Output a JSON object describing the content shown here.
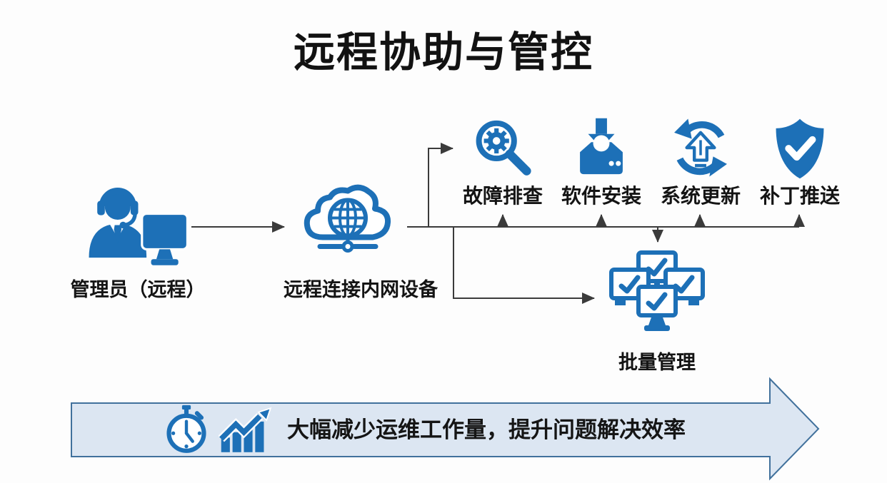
{
  "title": "远程协助与管控",
  "colors": {
    "accent_blue": "#1d70b7",
    "connector_line": "#3b3b3b",
    "banner_fill": "#dce6f2",
    "banner_border": "#41719c",
    "text": "#141414",
    "background": "#fdfdfd"
  },
  "flow": {
    "admin": {
      "label": "管理员（远程）",
      "icon": "support-agent-monitor-icon"
    },
    "cloud": {
      "label": "远程连接内网设备",
      "icon": "cloud-network-globe-icon"
    },
    "batch": {
      "label": "批量管理",
      "icon": "multi-monitor-check-icon"
    }
  },
  "features": [
    {
      "label": "故障排查",
      "icon": "gear-magnifier-icon"
    },
    {
      "label": "软件安装",
      "icon": "download-tray-icon"
    },
    {
      "label": "系统更新",
      "icon": "sync-update-arrows-icon"
    },
    {
      "label": "补丁推送",
      "icon": "shield-check-icon"
    }
  ],
  "banner": {
    "text": "大幅减少运维工作量，提升问题解决效率",
    "icons": [
      "stopwatch-icon",
      "growth-chart-icon"
    ]
  }
}
